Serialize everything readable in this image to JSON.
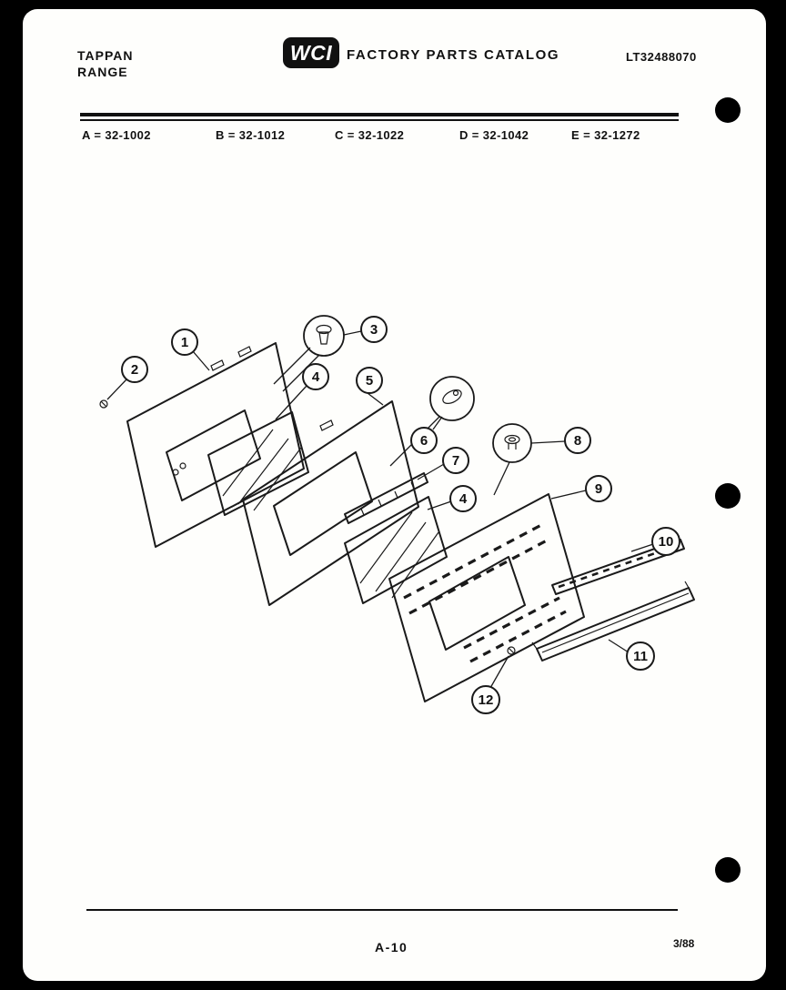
{
  "header": {
    "brand_line1": "TAPPAN",
    "brand_line2": "RANGE",
    "logo_text": "WCI",
    "catalog_title": "FACTORY PARTS CATALOG",
    "document_number": "LT32488070"
  },
  "models": {
    "a": "A = 32-1002",
    "b": "B = 32-1012",
    "c": "C = 32-1022",
    "d": "D = 32-1042",
    "e": "E = 32-1272"
  },
  "diagram": {
    "description": "Exploded view of range oven door assembly",
    "callouts": {
      "c1": "1",
      "c2": "2",
      "c3": "3",
      "c4": "4",
      "c5": "5",
      "c6": "6",
      "c7": "7",
      "c8": "8",
      "c9": "9",
      "c10": "10",
      "c11": "11",
      "c12": "12"
    }
  },
  "footer": {
    "page_number": "A-10",
    "date_code": "3/88"
  },
  "colors": {
    "ink": "#111111",
    "paper": "#fefefc",
    "frame": "#000000"
  }
}
